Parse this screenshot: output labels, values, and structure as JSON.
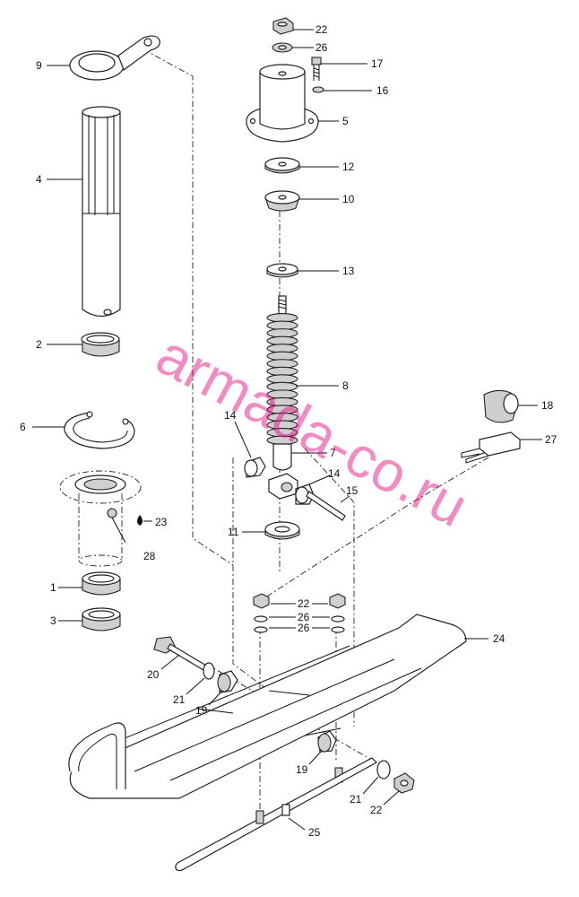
{
  "diagram": {
    "callouts": [
      {
        "id": "c22a",
        "text": "22"
      },
      {
        "id": "c26a",
        "text": "26"
      },
      {
        "id": "c9",
        "text": "9"
      },
      {
        "id": "c17",
        "text": "17"
      },
      {
        "id": "c16",
        "text": "16"
      },
      {
        "id": "c5",
        "text": "5"
      },
      {
        "id": "c4",
        "text": "4"
      },
      {
        "id": "c12",
        "text": "12"
      },
      {
        "id": "c10",
        "text": "10"
      },
      {
        "id": "c13",
        "text": "13"
      },
      {
        "id": "c2",
        "text": "2"
      },
      {
        "id": "c8",
        "text": "8"
      },
      {
        "id": "c18",
        "text": "18"
      },
      {
        "id": "c6",
        "text": "6"
      },
      {
        "id": "c14a",
        "text": "14"
      },
      {
        "id": "c7",
        "text": "7"
      },
      {
        "id": "c27",
        "text": "27"
      },
      {
        "id": "c14b",
        "text": "14"
      },
      {
        "id": "c15",
        "text": "15"
      },
      {
        "id": "c23",
        "text": "23"
      },
      {
        "id": "c11",
        "text": "11"
      },
      {
        "id": "c28",
        "text": "28"
      },
      {
        "id": "c1",
        "text": "1"
      },
      {
        "id": "c22b",
        "text": "22"
      },
      {
        "id": "c22c",
        "text": "22"
      },
      {
        "id": "c26b",
        "text": "26"
      },
      {
        "id": "c26c",
        "text": "26"
      },
      {
        "id": "c3",
        "text": "3"
      },
      {
        "id": "c24",
        "text": "24"
      },
      {
        "id": "c20",
        "text": "20"
      },
      {
        "id": "c21a",
        "text": "21"
      },
      {
        "id": "c19a",
        "text": "19"
      },
      {
        "id": "c19b",
        "text": "19"
      },
      {
        "id": "c21b",
        "text": "21"
      },
      {
        "id": "c22d",
        "text": "22"
      },
      {
        "id": "c25",
        "text": "25"
      }
    ],
    "watermark": "armada-co.ru",
    "colors": {
      "line": "#111111",
      "shade": "#cfcfcf",
      "watermark": "#e3007d"
    }
  }
}
